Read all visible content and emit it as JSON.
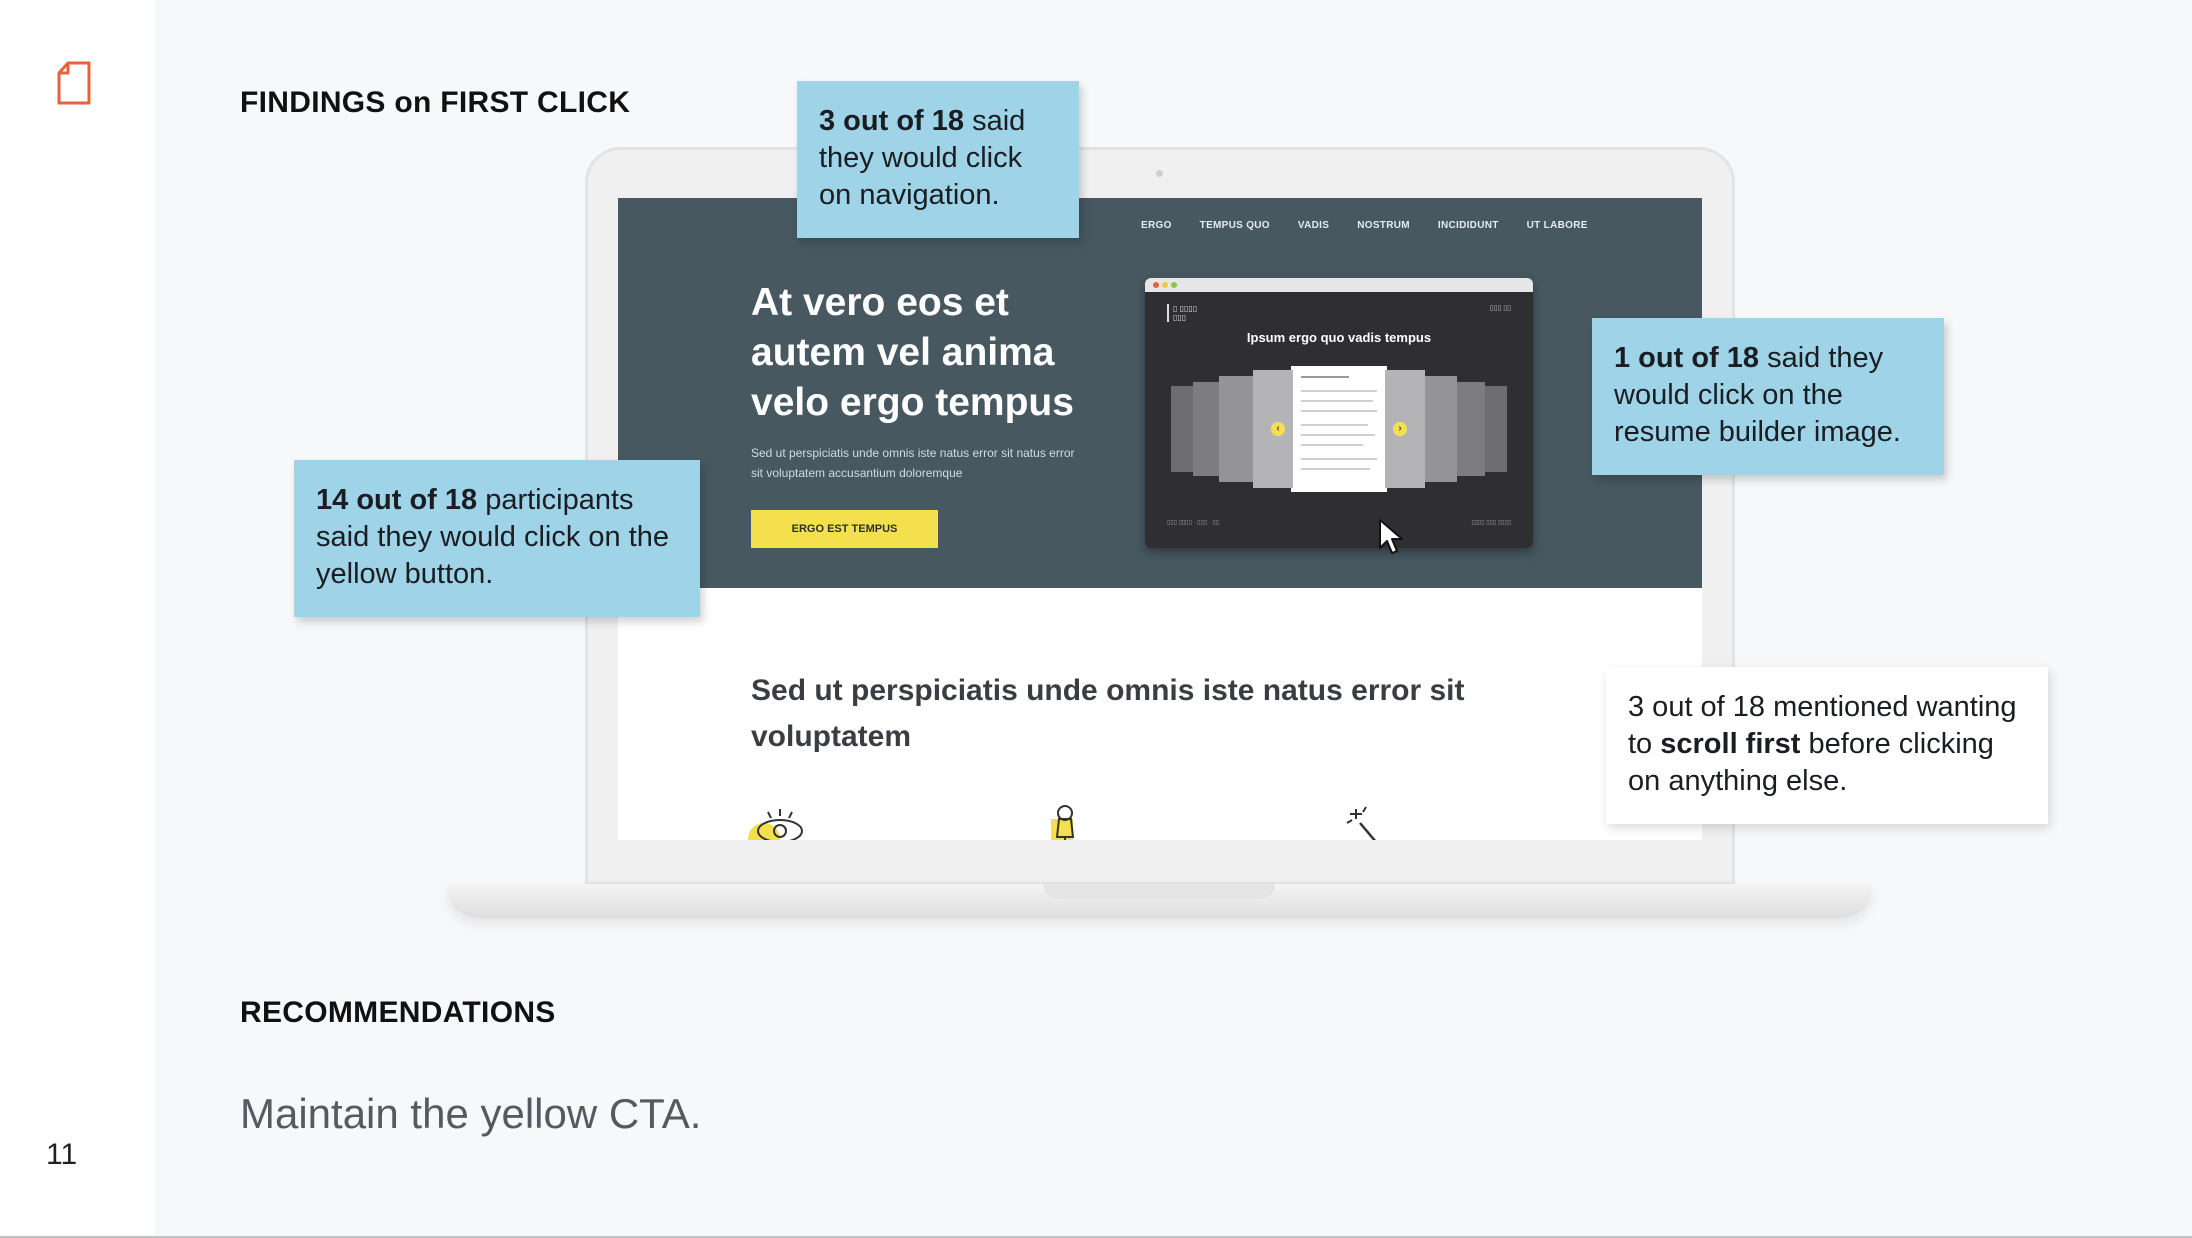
{
  "slide": {
    "page_number": "11",
    "heading_findings": "FINDINGS on FIRST CLICK",
    "heading_recommendations": "RECOMMENDATIONS",
    "recommendation_text": "Maintain the yellow CTA.",
    "icon": "document-icon"
  },
  "website": {
    "nav": [
      "ERGO",
      "TEMPUS QUO",
      "VADIS",
      "NOSTRUM",
      "INCIDIDUNT",
      "UT LABORE"
    ],
    "hero_title": "At vero eos et autem vel anima velo ergo tempus",
    "hero_subtitle": "Sed ut perspiciatis unde omnis iste natus error sit natus error sit voluptatem accusantium doloremque",
    "cta_label": "ERGO EST TEMPUS",
    "mockup_title": "Ipsum ergo quo vadis tempus",
    "section_title": "Sed ut perspiciatis unde omnis iste natus error sit voluptatem",
    "colors": {
      "hero_bg": "#475860",
      "cta": "#f4e04d",
      "callout": "#9fd3e8"
    }
  },
  "callouts": {
    "nav": {
      "bold": "3 out of 18",
      "rest": " said they would click on navigation."
    },
    "image": {
      "bold": "1 out of 18",
      "rest": " said they would click on the resume builder image."
    },
    "button": {
      "bold": "14 out of 18",
      "rest": " participants said they would click on the yellow button."
    },
    "scroll": {
      "pre": "3 out of 18 mentioned wanting to ",
      "bold": "scroll first",
      "post": " before clicking on anything else."
    }
  }
}
